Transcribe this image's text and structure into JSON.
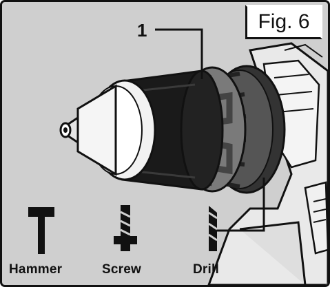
{
  "figure": {
    "label": "Fig. 6",
    "callout_number": "1"
  },
  "modes": [
    {
      "label": "Hammer",
      "icon": "hammer-icon"
    },
    {
      "label": "Screw",
      "icon": "screw-bit-icon"
    },
    {
      "label": "Drill",
      "icon": "drill-bit-icon"
    }
  ]
}
